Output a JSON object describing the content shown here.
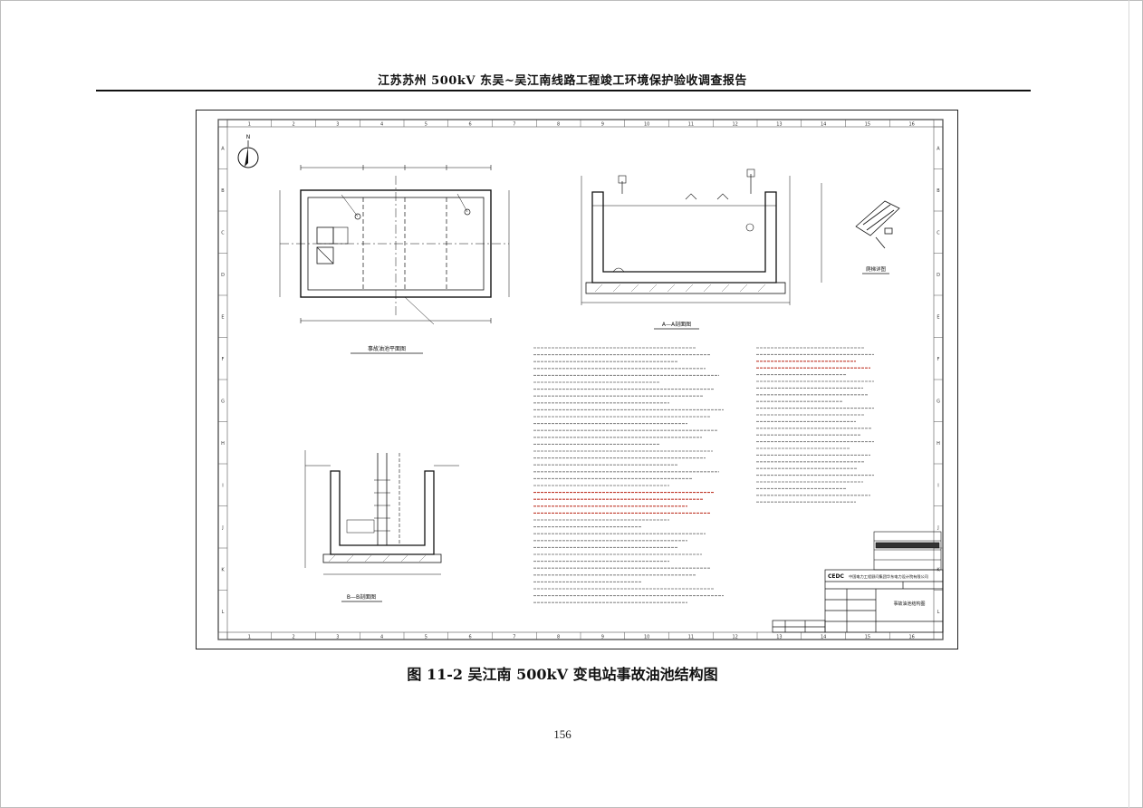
{
  "document": {
    "header_title": "江苏苏州 500kV 东吴~吴江南线路工程竣工环境保护验收调查报告",
    "figure_caption": "图 11-2  吴江南 500kV 变电站事故油池结构图",
    "page_number": "156"
  },
  "drawing": {
    "col_numbers": [
      "1",
      "2",
      "3",
      "4",
      "5",
      "6",
      "7",
      "8",
      "9",
      "10",
      "11",
      "12",
      "13",
      "14",
      "15",
      "16"
    ],
    "row_letters": [
      "A",
      "B",
      "C",
      "D",
      "E",
      "F",
      "G",
      "H",
      "I",
      "J",
      "K",
      "L"
    ],
    "view_plan_label": "事故油池平面图",
    "view_section_aa_label": "A—A剖面图",
    "view_section_bb_label": "B—B剖面图",
    "view_detail_label": "爬梯详图",
    "north_label": "N",
    "title_block_company": "中国电力工程顾问集团华东电力设计院有限公司",
    "title_block_drawing_name": "事故油池结构图"
  },
  "colors": {
    "ink": "#111111",
    "line": "#222222",
    "light_line": "#888888",
    "note_red": "#c0392b"
  }
}
